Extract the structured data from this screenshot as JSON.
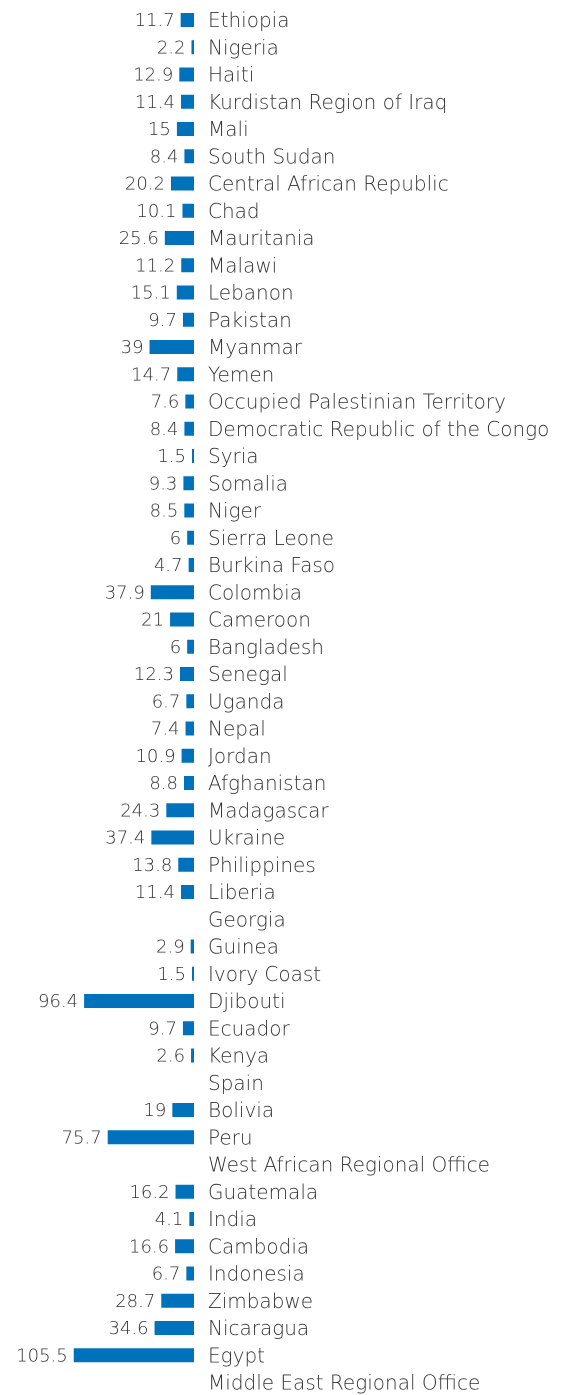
{
  "chart_data": {
    "type": "bar",
    "orientation": "horizontal",
    "direction": "right-to-left",
    "bar_color": "#0072bc",
    "categories": [
      "Ethiopia",
      "Nigeria",
      "Haiti",
      "Kurdistan Region of Iraq",
      "Mali",
      "South Sudan",
      "Central African Republic",
      "Chad",
      "Mauritania",
      "Malawi",
      "Lebanon",
      "Pakistan",
      "Myanmar",
      "Yemen",
      "Occupied Palestinian Territory",
      "Democratic Republic of the Congo",
      "Syria",
      "Somalia",
      "Niger",
      "Sierra Leone",
      "Burkina Faso",
      "Colombia",
      "Cameroon",
      "Bangladesh",
      "Senegal",
      "Uganda",
      "Nepal",
      "Jordan",
      "Afghanistan",
      "Madagascar",
      "Ukraine",
      "Philippines",
      "Liberia",
      "Georgia",
      "Guinea",
      "Ivory Coast",
      "Djibouti",
      "Ecuador",
      "Kenya",
      "Spain",
      "Bolivia",
      "Peru",
      "West African Regional Office",
      "Guatemala",
      "India",
      "Cambodia",
      "Indonesia",
      "Zimbabwe",
      "Nicaragua",
      "Egypt",
      "Middle East Regional Office"
    ],
    "values": [
      11.7,
      2.2,
      12.9,
      11.4,
      15,
      8.4,
      20.2,
      10.1,
      25.6,
      11.2,
      15.1,
      9.7,
      39,
      14.7,
      7.6,
      8.4,
      1.5,
      9.3,
      8.5,
      6,
      4.7,
      37.9,
      21,
      6,
      12.3,
      6.7,
      7.4,
      10.9,
      8.8,
      24.3,
      37.4,
      13.8,
      11.4,
      null,
      2.9,
      1.5,
      96.4,
      9.7,
      2.6,
      null,
      19,
      75.7,
      null,
      16.2,
      4.1,
      16.6,
      6.7,
      28.7,
      34.6,
      105.5,
      null
    ],
    "value_labels": [
      "11.7",
      "2.2",
      "12.9",
      "11.4",
      "15",
      "8.4",
      "20.2",
      "10.1",
      "25.6",
      "11.2",
      "15.1",
      "9.7",
      "39",
      "14.7",
      "7.6",
      "8.4",
      "1.5",
      "9.3",
      "8.5",
      "6",
      "4.7",
      "37.9",
      "21",
      "6",
      "12.3",
      "6.7",
      "7.4",
      "10.9",
      "8.8",
      "24.3",
      "37.4",
      "13.8",
      "11.4",
      "",
      "2.9",
      "1.5",
      "96.4",
      "9.7",
      "2.6",
      "",
      "19",
      "75.7",
      "",
      "16.2",
      "4.1",
      "16.6",
      "6.7",
      "28.7",
      "34.6",
      "105.5",
      ""
    ],
    "title": "",
    "xlabel": "",
    "ylabel": "",
    "legend": "none",
    "grid": false
  }
}
